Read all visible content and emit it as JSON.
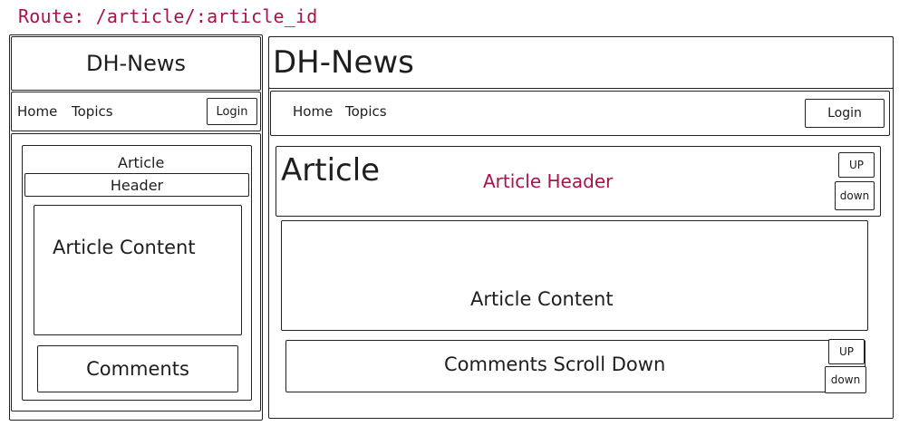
{
  "route": "Route: /article/:article_id",
  "colors": {
    "accent": "#a8124f",
    "stroke": "#222222"
  },
  "mobile": {
    "title": "DH-News",
    "nav": {
      "home": "Home",
      "topics": "Topics",
      "login": "Login"
    },
    "article_header_line1": "Article",
    "article_header_line2": "Header",
    "article_content": "Article Content",
    "comments": "Comments"
  },
  "desktop": {
    "title": "DH-News",
    "nav": {
      "home": "Home",
      "topics": "Topics",
      "login": "Login"
    },
    "article_title": "Article",
    "article_header": "Article Header",
    "vote_up": "UP",
    "vote_down": "down",
    "article_content": "Article Content",
    "comments": "Comments Scroll Down",
    "comments_up": "UP",
    "comments_down": "down"
  }
}
